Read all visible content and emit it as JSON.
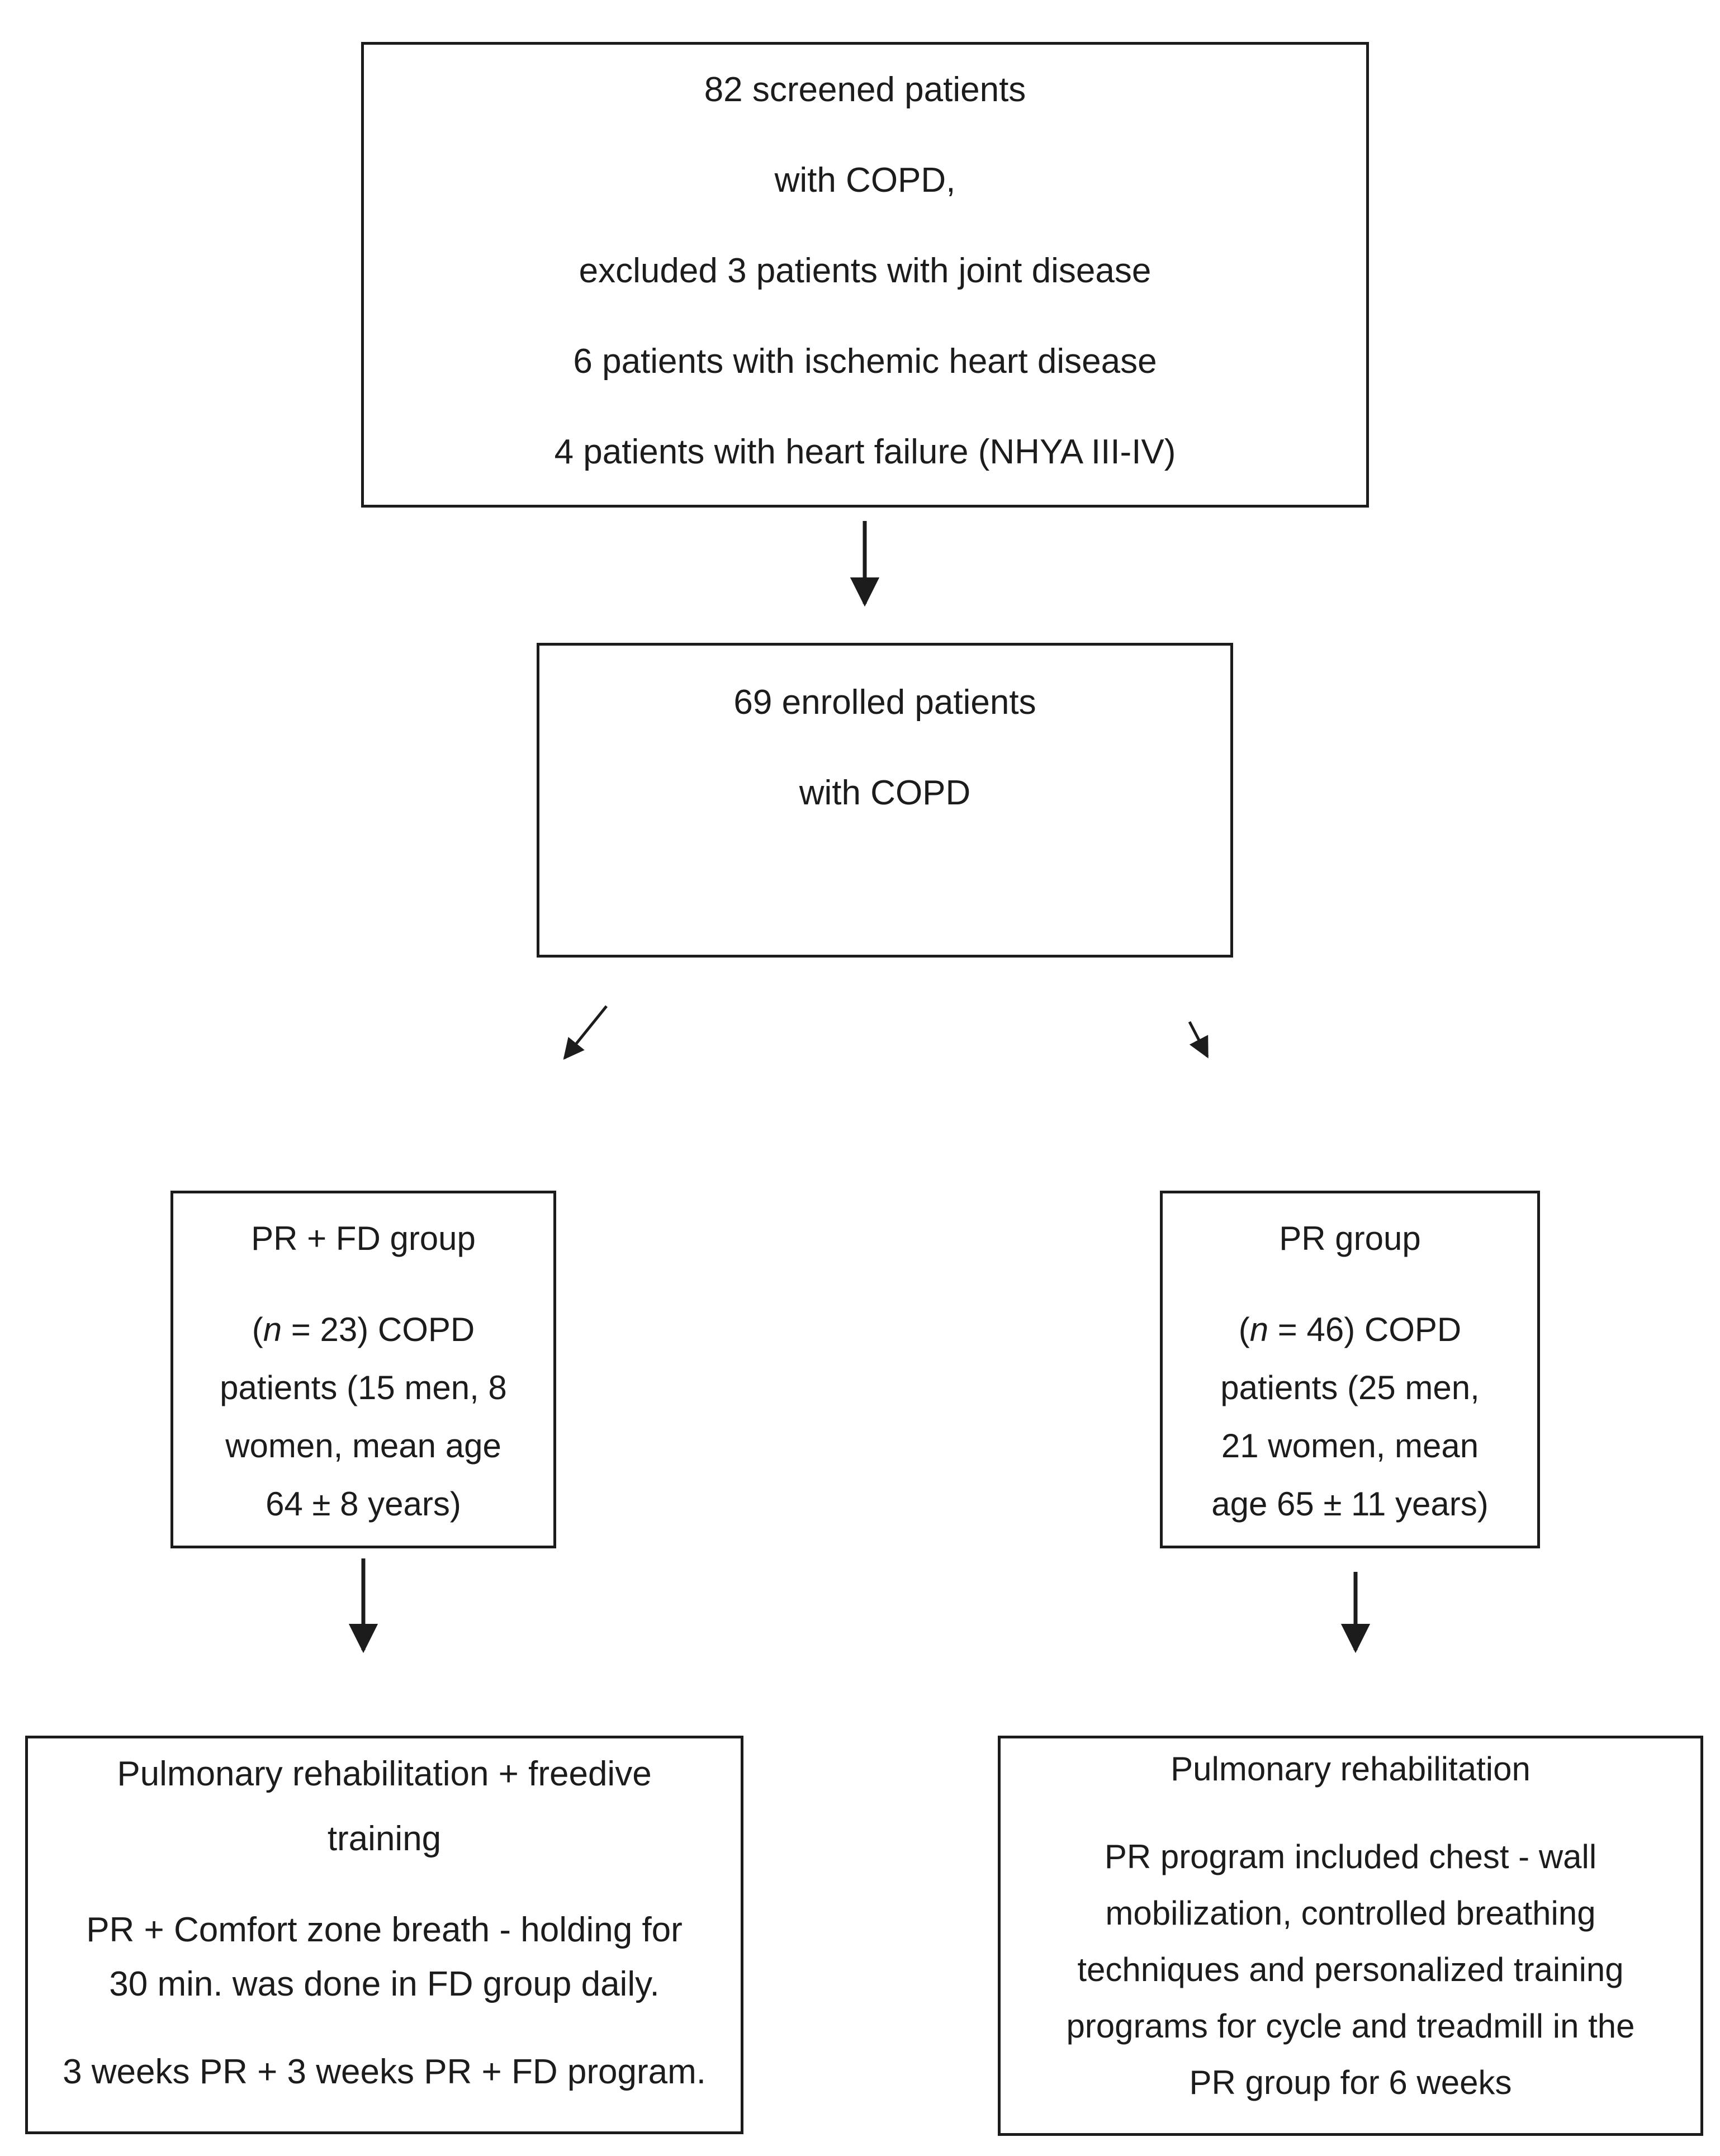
{
  "figure": {
    "background_color": "#ffffff",
    "ink_color": "#1c1c1c",
    "boxes": {
      "screened": {
        "lines": [
          "82 screened patients",
          "with COPD,",
          "excluded 3 patients with joint disease",
          "6 patients with ischemic heart disease",
          "4 patients with heart failure (NHYA III-IV)"
        ]
      },
      "enrolled": {
        "lines": [
          "69 enrolled patients",
          "with COPD"
        ]
      },
      "pr_fd_group": {
        "title": "PR + FD group",
        "n_line": {
          "pre": "(",
          "italic": "n",
          "post": " = 23) COPD"
        },
        "lines": [
          "patients (15 men, 8",
          "women, mean age",
          "64 ± 8 years)"
        ]
      },
      "pr_group": {
        "title": "PR group",
        "n_line": {
          "pre": "(",
          "italic": "n",
          "post": " = 46) COPD"
        },
        "lines": [
          "patients (25 men,",
          "21 women, mean",
          "age 65 ± 11 years)"
        ]
      },
      "pr_fd_intervention": {
        "title_lines": [
          "Pulmonary rehabilitation + freedive",
          "training"
        ],
        "para1_lines": [
          "PR + Comfort zone breath - holding for",
          "30 min. was done in FD group daily."
        ],
        "para2_lines": [
          "3 weeks PR + 3 weeks PR + FD program."
        ]
      },
      "pr_intervention": {
        "title_lines": [
          "Pulmonary rehabilitation"
        ],
        "para1_lines": [
          "PR program included chest - wall",
          "mobilization, controlled breathing",
          "techniques and personalized training",
          "programs for cycle and treadmill in the",
          "PR group for 6 weeks"
        ]
      }
    },
    "connectors": [
      "screened-to-enrolled-down-arrow",
      "enrolled-to-prfd-diagonal-arrow",
      "enrolled-to-pr-diagonal-arrow",
      "prfd-group-to-intervention-down-arrow",
      "pr-group-to-intervention-down-arrow"
    ]
  }
}
